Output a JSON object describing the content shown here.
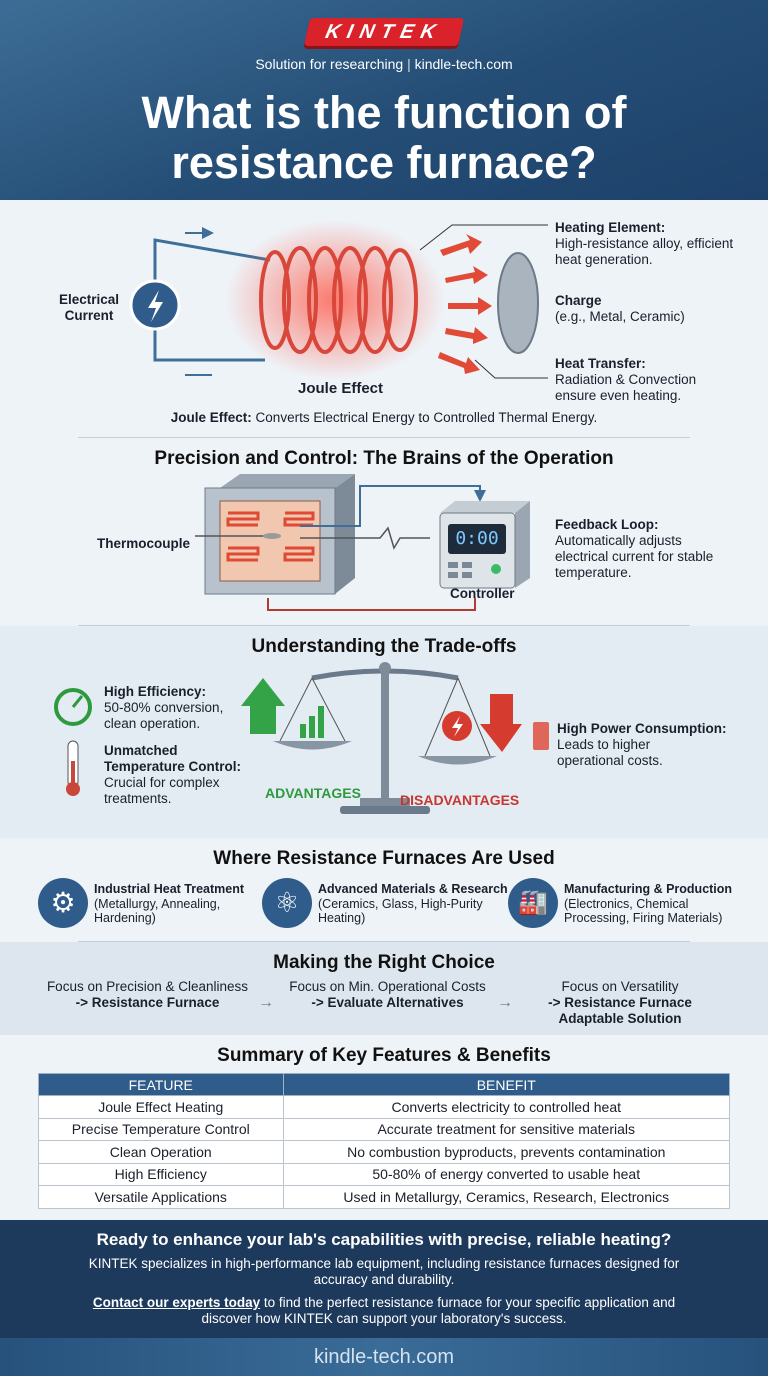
{
  "header": {
    "logo": "KINTEK",
    "tagline_left": "Solution for researching",
    "tagline_right": "kindle-tech.com",
    "title_line1": "What is the function of",
    "title_line2": "resistance furnace?"
  },
  "joule": {
    "current_label": "Electrical Current",
    "effect_label": "Joule Effect",
    "heating_title": "Heating Element:",
    "heating_text": "High-resistance alloy, efficient heat generation.",
    "charge_title": "Charge",
    "charge_text": "(e.g., Metal, Ceramic)",
    "transfer_title": "Heat Transfer:",
    "transfer_text": "Radiation & Convection ensure even heating.",
    "caption_bold": "Joule Effect:",
    "caption_text": " Converts Electrical Energy to Controlled Thermal Energy."
  },
  "precision": {
    "title": "Precision and Control: The Brains of the Operation",
    "thermocouple": "Thermocouple",
    "controller": "Controller",
    "display": "0:00",
    "feedback_title": "Feedback Loop:",
    "feedback_text": "Automatically adjusts electrical current for stable temperature."
  },
  "tradeoffs": {
    "title": "Understanding the Trade-offs",
    "eff_title": "High Efficiency:",
    "eff_text": "50-80% conversion, clean operation.",
    "temp_title": "Unmatched Temperature Control:",
    "temp_text": "Crucial for complex treatments.",
    "advantages": "ADVANTAGES",
    "disadvantages": "DISADVANTAGES",
    "power_title": "High Power Consumption:",
    "power_text": "Leads to higher operational costs.",
    "colors": {
      "advantage": "#2e9a3e",
      "disadvantage": "#c8362f"
    }
  },
  "uses": {
    "title": "Where Resistance Furnaces Are Used",
    "items": [
      {
        "icon": "gear-flame-icon",
        "title": "Industrial Heat Treatment",
        "text": "(Metallurgy, Annealing, Hardening)"
      },
      {
        "icon": "atom-icon",
        "title": "Advanced Materials & Research",
        "text": "(Ceramics, Glass, High-Purity Heating)"
      },
      {
        "icon": "factory-icon",
        "title": "Manufacturing & Production",
        "text": "(Electronics, Chemical Processing, Firing Materials)"
      }
    ]
  },
  "choice": {
    "title": "Making the Right Choice",
    "arrow": "→",
    "items": [
      {
        "focus": "Focus on Precision & Cleanliness",
        "result": "-> Resistance Furnace"
      },
      {
        "focus": "Focus on Min. Operational Costs",
        "result": "-> Evaluate Alternatives"
      },
      {
        "focus": "Focus on Versatility",
        "result": "-> Resistance Furnace Adaptable Solution"
      }
    ]
  },
  "summary": {
    "title": "Summary of Key Features & Benefits",
    "headers": [
      "FEATURE",
      "BENEFIT"
    ],
    "rows": [
      [
        "Joule Effect Heating",
        "Converts electricity to controlled heat"
      ],
      [
        "Precise Temperature Control",
        "Accurate treatment for sensitive materials"
      ],
      [
        "Clean Operation",
        "No combustion byproducts, prevents contamination"
      ],
      [
        "High Efficiency",
        "50-80% of energy converted to usable heat"
      ],
      [
        "Versatile Applications",
        "Used in Metallurgy, Ceramics, Research, Electronics"
      ]
    ]
  },
  "cta": {
    "heading": "Ready to enhance your lab's capabilities with precise, reliable heating?",
    "body": "KINTEK specializes in high-performance lab equipment, including resistance furnaces designed for accuracy and durability.",
    "link": "Contact our experts today",
    "body2": " to find the perfect resistance furnace for your specific application and discover how KINTEK can support your laboratory's success."
  },
  "footer": {
    "url": "kindle-tech.com"
  }
}
